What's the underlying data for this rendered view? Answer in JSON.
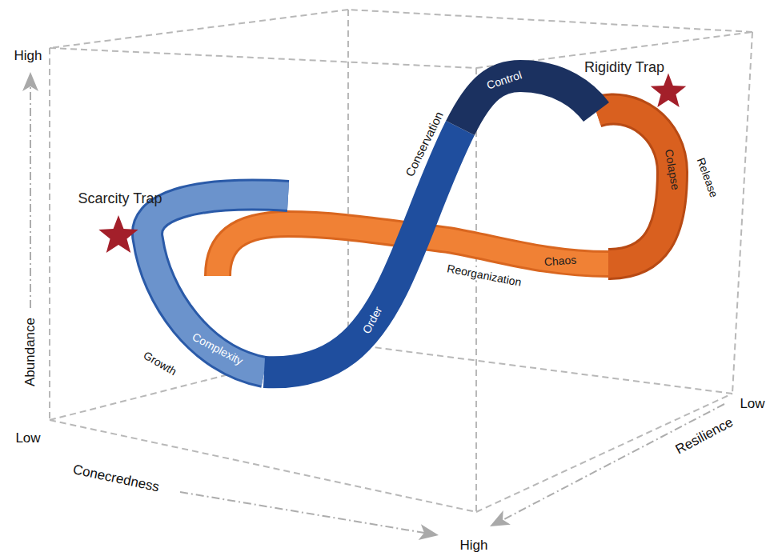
{
  "diagram": {
    "labels": [
      "High",
      "Rigidity Trap",
      "Conservation",
      "Control",
      "Scarcity Trap",
      "Colapse",
      "Release",
      "Chaos",
      "Reorganization",
      "Order",
      "Complexity",
      "Growth",
      "Abundance",
      "Low",
      "Low",
      "Resilience",
      "Conecredness",
      "High"
    ]
  }
}
